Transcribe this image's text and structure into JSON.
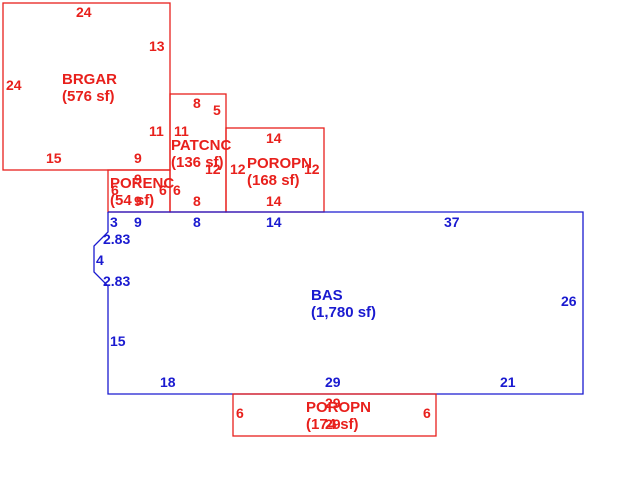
{
  "areas": {
    "brgar": {
      "name": "BRGAR",
      "area": "(576 sf)"
    },
    "patcnc": {
      "name": "PATCNC",
      "area": "(136 sf)"
    },
    "poropn_upper": {
      "name": "POROPN",
      "area": "(168 sf)"
    },
    "porenc": {
      "name": "PORENC",
      "area": "(54 sf)"
    },
    "bas": {
      "name": "BAS",
      "area": "(1,780 sf)"
    },
    "poropn_lower": {
      "name": "POROPN",
      "area": "(174 sf)"
    }
  },
  "dims": {
    "brgar": {
      "top": "24",
      "left": "24",
      "right_upper": "13",
      "right_lower": "11",
      "bottom": "15",
      "bottom_right": "9"
    },
    "patcnc": {
      "top": "8",
      "right_upper": "5",
      "left": "11",
      "right": "12",
      "bottom": "8",
      "left_lower": "6"
    },
    "poropn_upper": {
      "top": "14",
      "left": "12",
      "right": "12",
      "bottom": "14"
    },
    "porenc": {
      "left": "6",
      "right": "6",
      "top": "9",
      "bottom": "9"
    },
    "bas": {
      "top_left": "3",
      "top_porenc": "9",
      "top_patcnc": "8",
      "top_poropn": "14",
      "top_right": "37",
      "bevel_upper": "2.83",
      "bevel_mid": "4",
      "bevel_lower": "2.83",
      "left": "15",
      "right": "26",
      "bottom_left": "18",
      "bottom_mid": "29",
      "bottom_right": "21"
    },
    "poropn_lower": {
      "top": "29",
      "left": "6",
      "right": "6",
      "bottom": "29"
    }
  },
  "colors": {
    "addition": "#e8201c",
    "base": "#1a1ad0"
  }
}
